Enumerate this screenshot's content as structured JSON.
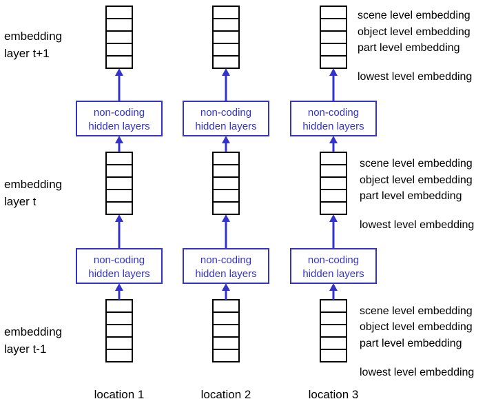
{
  "rows": [
    {
      "label_line1": "embedding",
      "label_line2": "layer t+1"
    },
    {
      "label_line1": "embedding",
      "label_line2": "layer t"
    },
    {
      "label_line1": "embedding",
      "label_line2": "layer t-1"
    }
  ],
  "stack_cells": 5,
  "hidden_layer": {
    "line1": "non-coding",
    "line2": "hidden layers"
  },
  "locations": [
    "location 1",
    "location 2",
    "location 3"
  ],
  "level_labels": [
    "scene level embedding",
    "object level embedding",
    "part level embedding",
    "lowest level embedding"
  ],
  "colors": {
    "stack": "#000000",
    "hidden": "#3333cc",
    "text": "#000000"
  }
}
